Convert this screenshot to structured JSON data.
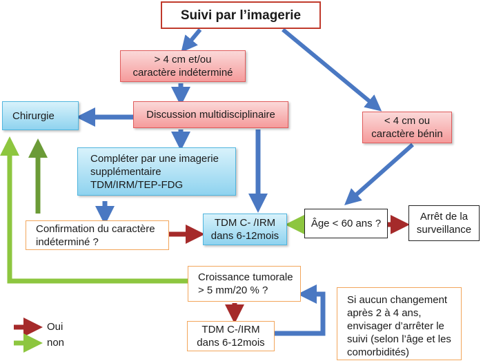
{
  "title": "Suivi par l’imagerie",
  "nodes": {
    "large": [
      "> 4 cm et/ou",
      "caractère indéterminé"
    ],
    "small": [
      "< 4 cm ou",
      "caractère bénin"
    ],
    "discussion": "Discussion multidisciplinaire",
    "chirurgie": "Chirurgie",
    "imagerie": [
      "Compléter par une imagerie",
      "supplémentaire",
      "TDM/IRM/TEP-FDG"
    ],
    "confirmation": [
      "Confirmation du caractère",
      "indéterminé ?"
    ],
    "tdm1": [
      "TDM C-  /IRM",
      "dans 6-12mois"
    ],
    "age": "Âge < 60 ans ?",
    "arret": [
      "Arrêt de la",
      "surveillance"
    ],
    "croissance": [
      "Croissance tumorale",
      "> 5 mm/20 % ?"
    ],
    "tdm2": [
      "TDM C-/IRM",
      "dans 6-12mois"
    ],
    "note": [
      "Si aucun changement",
      "après 2 à 4 ans,",
      "envisager d’arrêter le",
      "suivi (selon l’âge et les",
      "comorbidités)"
    ]
  },
  "legend": {
    "oui": "Oui",
    "non": "non"
  },
  "colors": {
    "blue_arrow": "#4a78c2",
    "red_arrow": "#a52a2a",
    "green_light": "#8dc63f",
    "green_dark": "#6b9b37",
    "pink_fill": "#f5a5a5",
    "pink_border": "#e05a5a",
    "blue_fill": "#a8ddf2",
    "orange_border": "#f2a55a",
    "title_border": "#c0392b"
  }
}
